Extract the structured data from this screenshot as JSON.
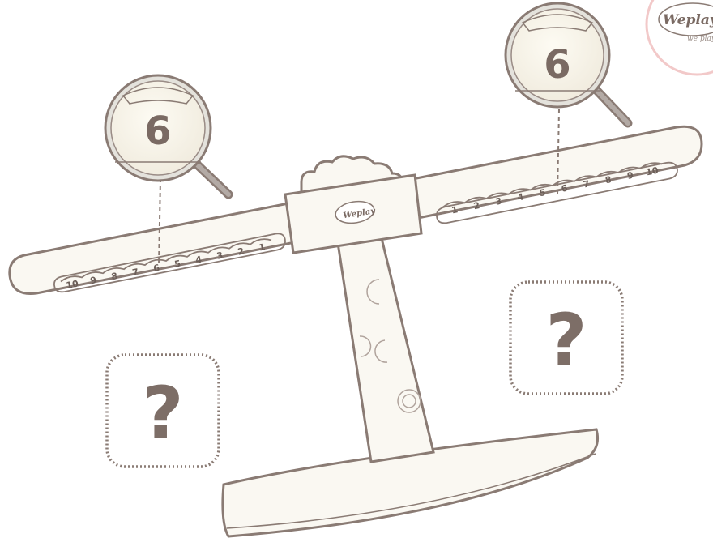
{
  "brand": {
    "logo_text": "Weplay",
    "logo_tagline": "we play",
    "pivot_logo_text": "Weplay"
  },
  "balance": {
    "left_arm_ticks": [
      "10",
      "9",
      "8",
      "7",
      "6",
      "5",
      "4",
      "3",
      "2",
      "1"
    ],
    "right_arm_ticks": [
      "1",
      "2",
      "3",
      "4",
      "5",
      "6",
      "7",
      "8",
      "9",
      "10"
    ],
    "left_magnifier_value": "6",
    "right_magnifier_value": "6"
  },
  "unknowns": {
    "left_symbol": "?",
    "right_symbol": "?"
  },
  "colors": {
    "outline": "#8a7b74",
    "fill": "#faf8f2",
    "accent_text": "#7a6a63",
    "logo_ring": "#f2c9c9"
  }
}
